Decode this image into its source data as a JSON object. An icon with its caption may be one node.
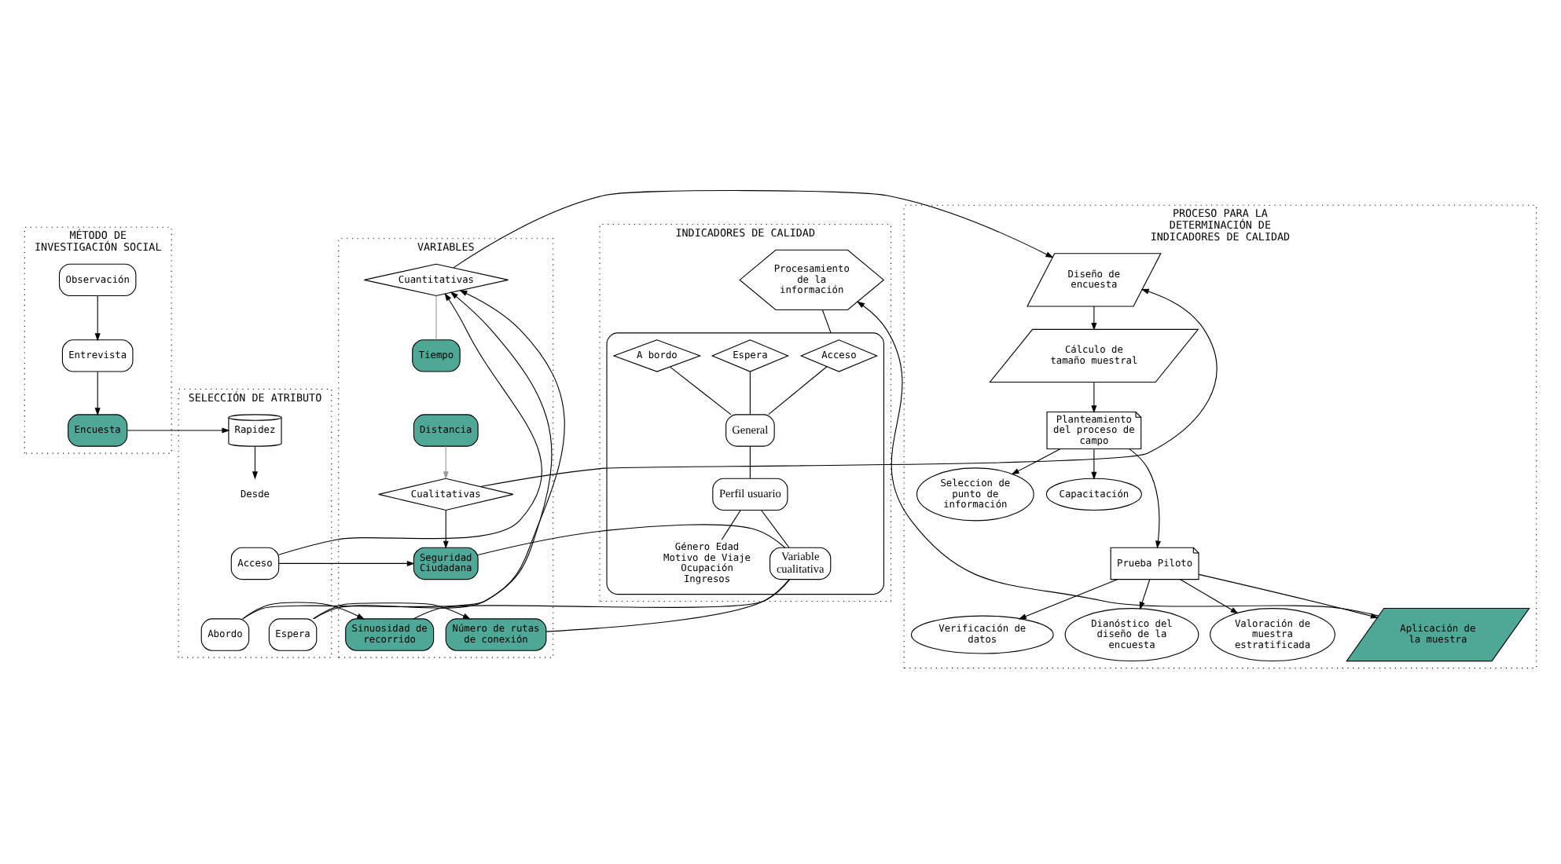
{
  "diagram": {
    "nodes": [
      {
        "text": [
          "MÉTODO DE INVESTIGACIÓN SOCIAL"
        ]
      },
      {
        "text": [
          "Observación"
        ],
        "in": 0
      },
      {
        "text": [
          "Entrevista"
        ],
        "in": 0
      },
      {
        "text": [
          "Encuesta"
        ],
        "in": 0
      },
      {
        "text": [
          "SELECCIÓN DE ATRIBUTO"
        ]
      },
      {
        "text": [
          "Rapidez"
        ],
        "in": 4
      },
      {
        "text": [
          "Desde"
        ],
        "in": 4
      },
      {
        "text": [
          "Acceso"
        ],
        "in": 4
      },
      {
        "text": [
          "Espera"
        ],
        "in": 4
      },
      {
        "text": [
          "Abordo"
        ],
        "in": 4
      },
      {
        "text": [
          "VARIABLES"
        ]
      },
      {
        "text": [
          "Cuantitativas"
        ],
        "in": 10
      },
      {
        "text": [
          "Tiempo"
        ],
        "in": 10
      },
      {
        "text": [
          "Distancia"
        ],
        "in": 10
      },
      {
        "text": [
          "Cualitativas"
        ],
        "in": 10
      },
      {
        "text": [
          "Seguridad Ciudadana"
        ],
        "in": 10
      },
      {
        "text": [
          "Número de rutas de conexión"
        ],
        "in": 10
      },
      {
        "text": [
          "Sinuosidad de recorrido"
        ],
        "in": 10
      },
      {
        "text": [
          "PROCESO PARA LA DETERMINACIÓN DE INDICADORES DE CALIDAD"
        ]
      },
      {
        "text": [
          "Diseño de encuesta"
        ],
        "in": 18
      },
      {
        "text": [
          "Cálculo de tamaño muestral"
        ],
        "in": 18
      },
      {
        "text": [
          "Planteamiento del proceso de campo"
        ],
        "in": 18
      },
      {
        "text": [
          "Seleccion de punto de información"
        ],
        "in": 18
      },
      {
        "text": [
          "Capacitación"
        ],
        "in": 18
      },
      {
        "text": [
          "Verificación de datos"
        ],
        "in": 18
      },
      {
        "text": [
          "Dianóstico del diseño de la encuesta"
        ],
        "in": 18
      },
      {
        "text": [
          "Valoración de muestra estratificada"
        ],
        "in": 18
      },
      {
        "text": [
          "Prueba Piloto"
        ],
        "in": 18
      },
      {
        "text": [
          "Aplicación de la muestra"
        ],
        "in": 18
      },
      {
        "text": [
          "INDICADORES DE CALIDAD"
        ]
      },
      {
        "text": [
          "Procesamiento de la información"
        ],
        "in": 29
      },
      {
        "text": [],
        "shape": "box",
        "in": 29
      },
      {
        "text": [
          "Acceso"
        ],
        "in": 31
      },
      {
        "text": [
          "Espera"
        ],
        "in": 31
      },
      {
        "text": [
          "A bordo"
        ],
        "in": 31
      },
      {
        "text": [
          "General"
        ],
        "in": 31
      },
      {
        "text": [
          "Perfil usuario"
        ],
        "in": 31
      },
      {
        "text": [
          "Género Edad Motivo de Viaje Ocupación Ingresos"
        ],
        "in": 31
      },
      {
        "text": [
          "Variable cualitativa"
        ],
        "in": 31
      }
    ],
    "edges": [
      {
        "from": 1,
        "to": 2,
        "arrow": "to"
      },
      {
        "from": 2,
        "to": 3,
        "arrow": "to"
      },
      {
        "from": 3,
        "to": 5,
        "arrow": "to"
      },
      {
        "from": 5,
        "to": 6,
        "arrow": "to"
      },
      {
        "from": 7,
        "to": 11,
        "arrow": "to"
      },
      {
        "from": 8,
        "to": 11,
        "arrow": "to"
      },
      {
        "from": 9,
        "to": 11,
        "arrow": "to"
      },
      {
        "from": 7,
        "to": 15,
        "arrow": "to"
      },
      {
        "from": 8,
        "to": 16,
        "arrow": "to"
      },
      {
        "from": 9,
        "to": 17,
        "arrow": "to"
      },
      {
        "from": 11,
        "to": 12,
        "arrow": "none",
        "color": "#999999"
      },
      {
        "from": 13,
        "to": 14,
        "arrow": "to",
        "color": "#999999"
      },
      {
        "from": 14,
        "to": 15,
        "arrow": "to"
      },
      {
        "from": 11,
        "to": 19,
        "arrow": "to"
      },
      {
        "from": 14,
        "to": 19,
        "arrow": "to"
      },
      {
        "from": 19,
        "to": 20,
        "arrow": "to"
      },
      {
        "from": 20,
        "to": 21,
        "arrow": "to"
      },
      {
        "from": 21,
        "to": 22,
        "arrow": "to"
      },
      {
        "from": 21,
        "to": 23,
        "arrow": "to"
      },
      {
        "from": 21,
        "to": 27,
        "arrow": "to"
      },
      {
        "from": 27,
        "to": 24,
        "arrow": "to"
      },
      {
        "from": 27,
        "to": 25,
        "arrow": "to"
      },
      {
        "from": 27,
        "to": 26,
        "arrow": "to"
      },
      {
        "from": 27,
        "to": 28,
        "arrow": "to"
      },
      {
        "from": 28,
        "to": 30,
        "arrow": "to"
      },
      {
        "from": 30,
        "to": 31,
        "arrow": "none"
      },
      {
        "from": 32,
        "to": 35,
        "arrow": "none"
      },
      {
        "from": 33,
        "to": 35,
        "arrow": "none"
      },
      {
        "from": 34,
        "to": 35,
        "arrow": "none"
      },
      {
        "from": 35,
        "to": 36,
        "arrow": "none"
      },
      {
        "from": 36,
        "to": 37,
        "arrow": "none"
      },
      {
        "from": 36,
        "to": 38,
        "arrow": "none"
      },
      {
        "from": 15,
        "to": 38,
        "arrow": "none"
      },
      {
        "from": 16,
        "to": 38,
        "arrow": "none"
      },
      {
        "from": 17,
        "to": 38,
        "arrow": "none"
      }
    ]
  }
}
